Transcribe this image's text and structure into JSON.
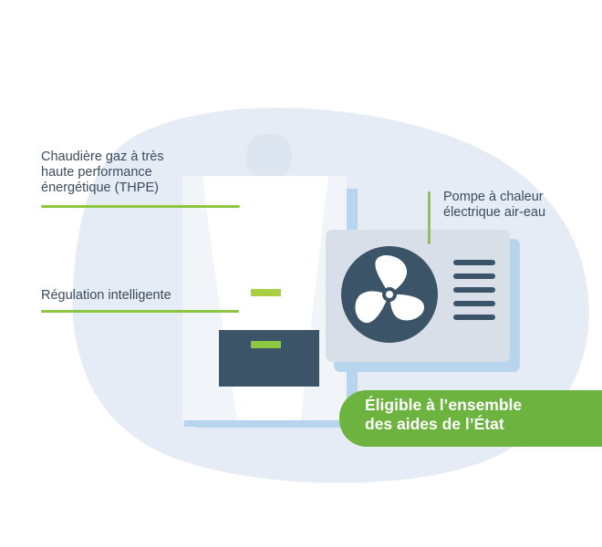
{
  "labels": {
    "boiler": "Chaudière gaz à très\nhaute performance\nénergétique (THPE)",
    "regulation": "Régulation intelligente",
    "heat_pump": "Pompe à chaleur\nélectrique air-eau"
  },
  "badge": {
    "text": "Éligible à l’ensemble\ndes aides de l’État"
  },
  "icons": {
    "fan": "fan-icon",
    "vent": "vent-grille-icon"
  },
  "colors": {
    "background_blob": "#e5ecf5",
    "boiler_body": "#ffffff",
    "boiler_shadow": "#b7d6ee",
    "boiler_panel": "#3b5468",
    "heat_pump_body": "#d9dfe9",
    "fan": "#3b5468",
    "accent_green": "#8dc63f",
    "badge_green": "#6cb33f",
    "text": "#3c4b5c"
  }
}
